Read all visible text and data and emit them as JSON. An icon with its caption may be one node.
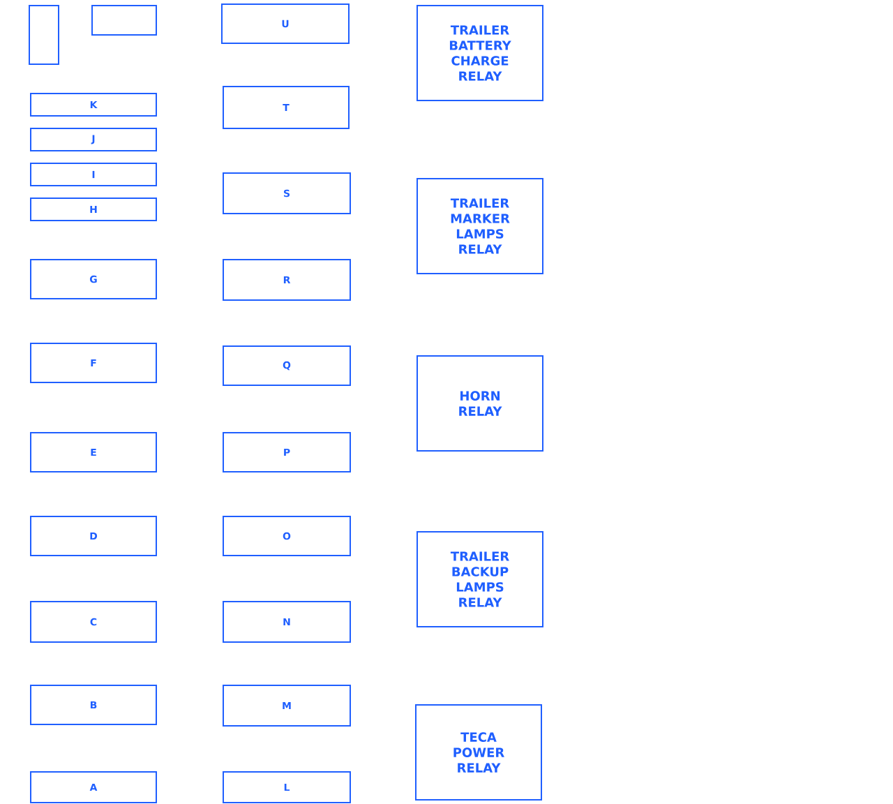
{
  "diagram": {
    "nodes": [
      {
        "text": [],
        "shape": "box"
      },
      {
        "text": [],
        "shape": "box"
      },
      {
        "text": [
          "K"
        ]
      },
      {
        "text": [
          "J"
        ]
      },
      {
        "text": [
          "I"
        ]
      },
      {
        "text": [
          "H"
        ]
      },
      {
        "text": [
          "G"
        ]
      },
      {
        "text": [
          "F"
        ]
      },
      {
        "text": [
          "E"
        ]
      },
      {
        "text": [
          "D"
        ]
      },
      {
        "text": [
          "C"
        ]
      },
      {
        "text": [
          "B"
        ]
      },
      {
        "text": [
          "A"
        ]
      },
      {
        "text": [
          "U"
        ]
      },
      {
        "text": [
          "T"
        ]
      },
      {
        "text": [
          "S"
        ]
      },
      {
        "text": [
          "R"
        ]
      },
      {
        "text": [
          "Q"
        ]
      },
      {
        "text": [
          "P"
        ]
      },
      {
        "text": [
          "O"
        ]
      },
      {
        "text": [
          "N"
        ]
      },
      {
        "text": [
          "M"
        ]
      },
      {
        "text": [
          "L"
        ]
      },
      {
        "text": [
          "TRAILER BATTERY CHARGE RELAY"
        ]
      },
      {
        "text": [
          "TRAILER MARKER LAMPS RELAY"
        ]
      },
      {
        "text": [
          "HORN RELAY"
        ]
      },
      {
        "text": [
          "TRAILER BACKUP LAMPS RELAY"
        ]
      },
      {
        "text": [
          "TECA POWER RELAY"
        ]
      }
    ],
    "edges": []
  }
}
